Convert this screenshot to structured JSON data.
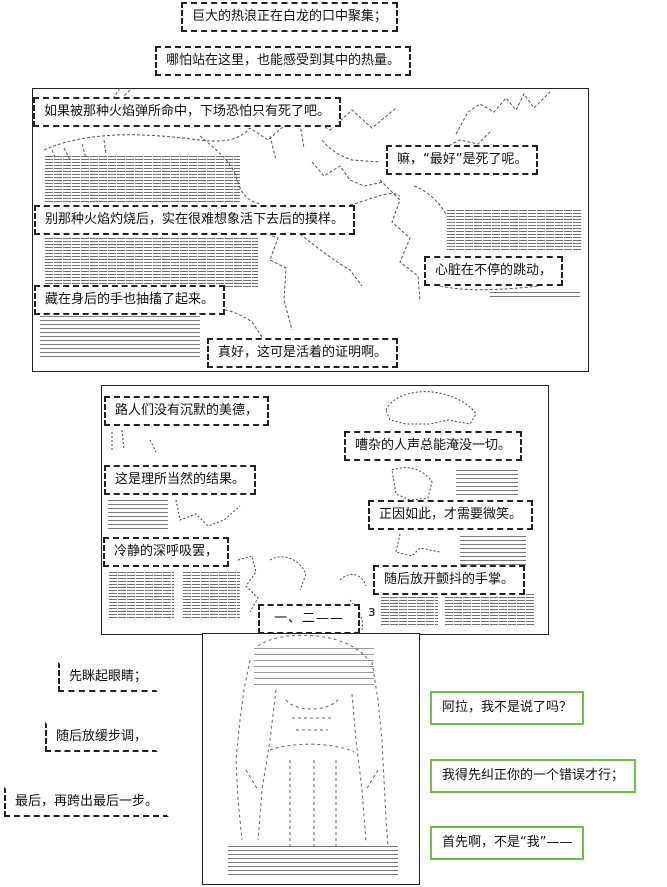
{
  "captions": {
    "c1": "巨大的热浪正在白龙的口中聚集；",
    "c2": "哪怕站在这里，也能感受到其中的热量。",
    "c3": "如果被那种火焰弹所命中，下场恐怕只有死了吧。",
    "c4": "嘛，“最好”是死了呢。",
    "c5": "别那种火焰灼烧后，实在很难想象活下去后的摸样。",
    "c6": "心脏在不停的跳动，",
    "c7": "藏在身后的手也抽搐了起来。",
    "c8": "真好，这可是活着的证明啊。",
    "c9": "路人们没有沉默的美德，",
    "c10": "嘈杂的人声总能淹没一切。",
    "c11": "这是理所当然的结果。",
    "c12": "正因如此，才需要微笑。",
    "c13": "冷静的深呼吸罢，",
    "c14": "随后放开颤抖的手掌。",
    "c15": "一、二——",
    "c16": "先眯起眼睛；",
    "c17": "随后放缓步调，",
    "c18": "最后，再跨出最后一步。",
    "c19": "阿拉，我不是说了吗？",
    "c20": "我得先纠正你的一个错误才行；",
    "c21": "首先啊，不是“我”——"
  },
  "art": {
    "mid_glyph": "з"
  }
}
